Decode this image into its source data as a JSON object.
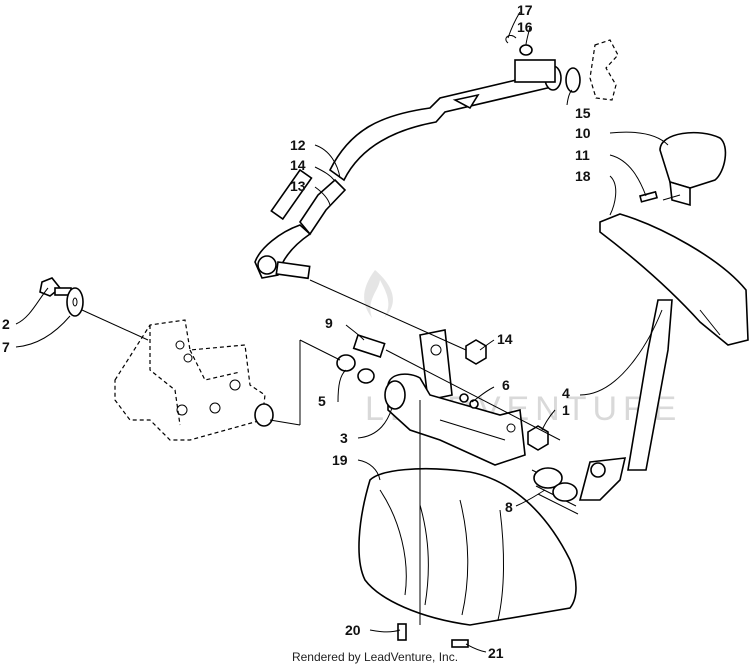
{
  "callouts": {
    "c1": "1",
    "c2": "2",
    "c3": "3",
    "c4": "4",
    "c5": "5",
    "c6": "6",
    "c7": "7",
    "c8": "8",
    "c9": "9",
    "c10": "10",
    "c11": "11",
    "c12": "12",
    "c13": "13",
    "c14a": "14",
    "c14b": "14",
    "c15": "15",
    "c16": "16",
    "c17": "17",
    "c18": "18",
    "c19": "19",
    "c20": "20",
    "c21": "21"
  },
  "footer": {
    "credit": "Rendered by LeadVenture, Inc."
  },
  "watermark": {
    "text": "LEADVENTURE"
  }
}
